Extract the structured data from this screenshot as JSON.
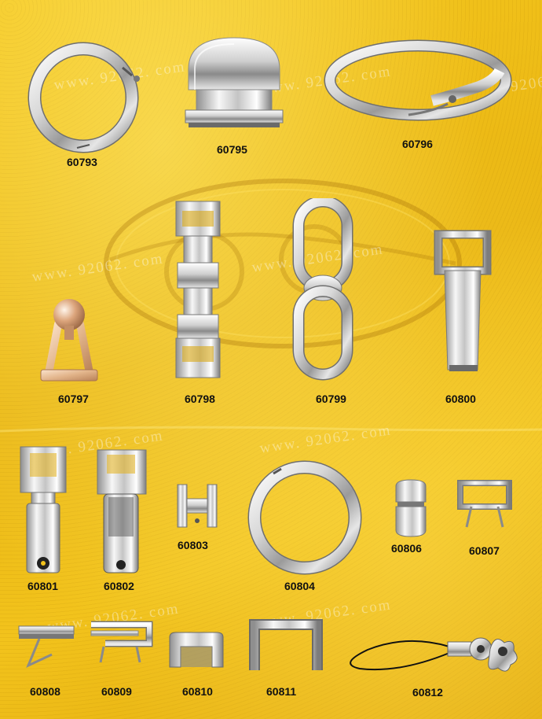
{
  "watermark": "www. 92062. com",
  "watermark_partial": "92062",
  "products": [
    {
      "code": "60793",
      "name": "spring-gate-o-ring",
      "icon": "ring-icon"
    },
    {
      "code": "60795",
      "name": "end-cap-clamp",
      "icon": "end-cap-icon"
    },
    {
      "code": "60796",
      "name": "oval-spring-snap-hook",
      "icon": "snap-hook-icon"
    },
    {
      "code": "60797",
      "name": "ball-stud-d-ring",
      "icon": "ball-d-ring-icon"
    },
    {
      "code": "60798",
      "name": "chain-link-connector",
      "icon": "chain-connector-icon"
    },
    {
      "code": "60799",
      "name": "figure-eight-swivel-chain",
      "icon": "swivel-chain-icon"
    },
    {
      "code": "60800",
      "name": "rectangle-strap-buckle",
      "icon": "strap-buckle-icon"
    },
    {
      "code": "60801",
      "name": "tube-end-stopper-short",
      "icon": "tube-stopper-icon"
    },
    {
      "code": "60802",
      "name": "tube-end-stopper-long",
      "icon": "tube-stopper-icon"
    },
    {
      "code": "60803",
      "name": "mini-h-connector",
      "icon": "h-connector-icon"
    },
    {
      "code": "60804",
      "name": "round-spring-ring",
      "icon": "ring-icon"
    },
    {
      "code": "60806",
      "name": "cord-end-barrel",
      "icon": "barrel-icon"
    },
    {
      "code": "60807",
      "name": "prong-rectangle-loop",
      "icon": "prong-loop-icon"
    },
    {
      "code": "60808",
      "name": "prong-bar-clip",
      "icon": "prong-clip-icon"
    },
    {
      "code": "60809",
      "name": "s-bar-prong-clip",
      "icon": "s-clip-icon"
    },
    {
      "code": "60810",
      "name": "solid-rectangle-bar",
      "icon": "bar-icon"
    },
    {
      "code": "60811",
      "name": "open-rectangle-loop",
      "icon": "loop-icon"
    },
    {
      "code": "60812",
      "name": "flower-charm-lanyard",
      "icon": "charm-lanyard-icon"
    }
  ],
  "colors": {
    "background": "#eab612",
    "metal_light": "#f4f4f4",
    "metal_dark": "#8c8c8c",
    "rose_gold": "#e2b48a",
    "label": "#111111"
  }
}
